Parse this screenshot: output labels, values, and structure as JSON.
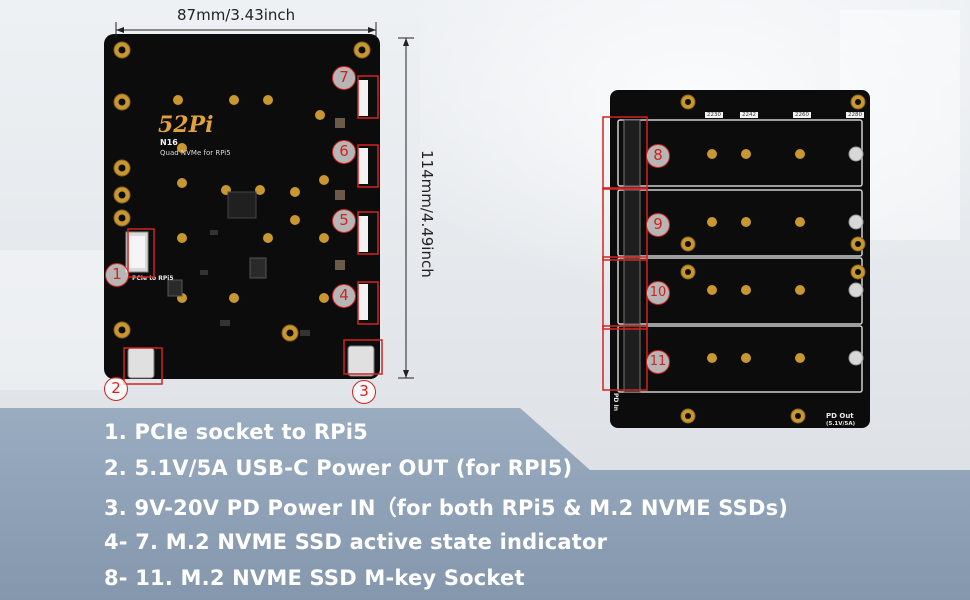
{
  "dimensions": {
    "width": "87mm/3.43inch",
    "height": "114mm/4.49inch"
  },
  "board": {
    "logo": "52Pi",
    "model": "N16",
    "subtitle": "Quad NVMe for RPi5",
    "pcie_label": "PCIe to RPi5",
    "pd_in_label": "PD In",
    "pd_out_label": "PD Out",
    "pd_out_spec": "(5.1V/5A)",
    "slot_sizes": [
      "2230",
      "2242",
      "2260",
      "2280"
    ]
  },
  "callouts": [
    "1",
    "2",
    "3",
    "4",
    "5",
    "6",
    "7",
    "8",
    "9",
    "10",
    "11"
  ],
  "legend": [
    "1. PCIe socket to RPi5",
    "2. 5.1V/5A USB-C Power OUT (for RPI5)",
    "3. 9V-20V PD Power IN（for both RPi5 & M.2 NVME SSDs)",
    "4- 7.   M.2 NVME SSD active state indicator",
    "8- 11. M.2 NVME SSD M-key Socket"
  ],
  "colors": {
    "board": "#0c0c0c",
    "pad_gold": "#c8972f",
    "callout_red": "#d2231f",
    "panel": "#8fa2b8",
    "legend_text": "#ffffff"
  }
}
